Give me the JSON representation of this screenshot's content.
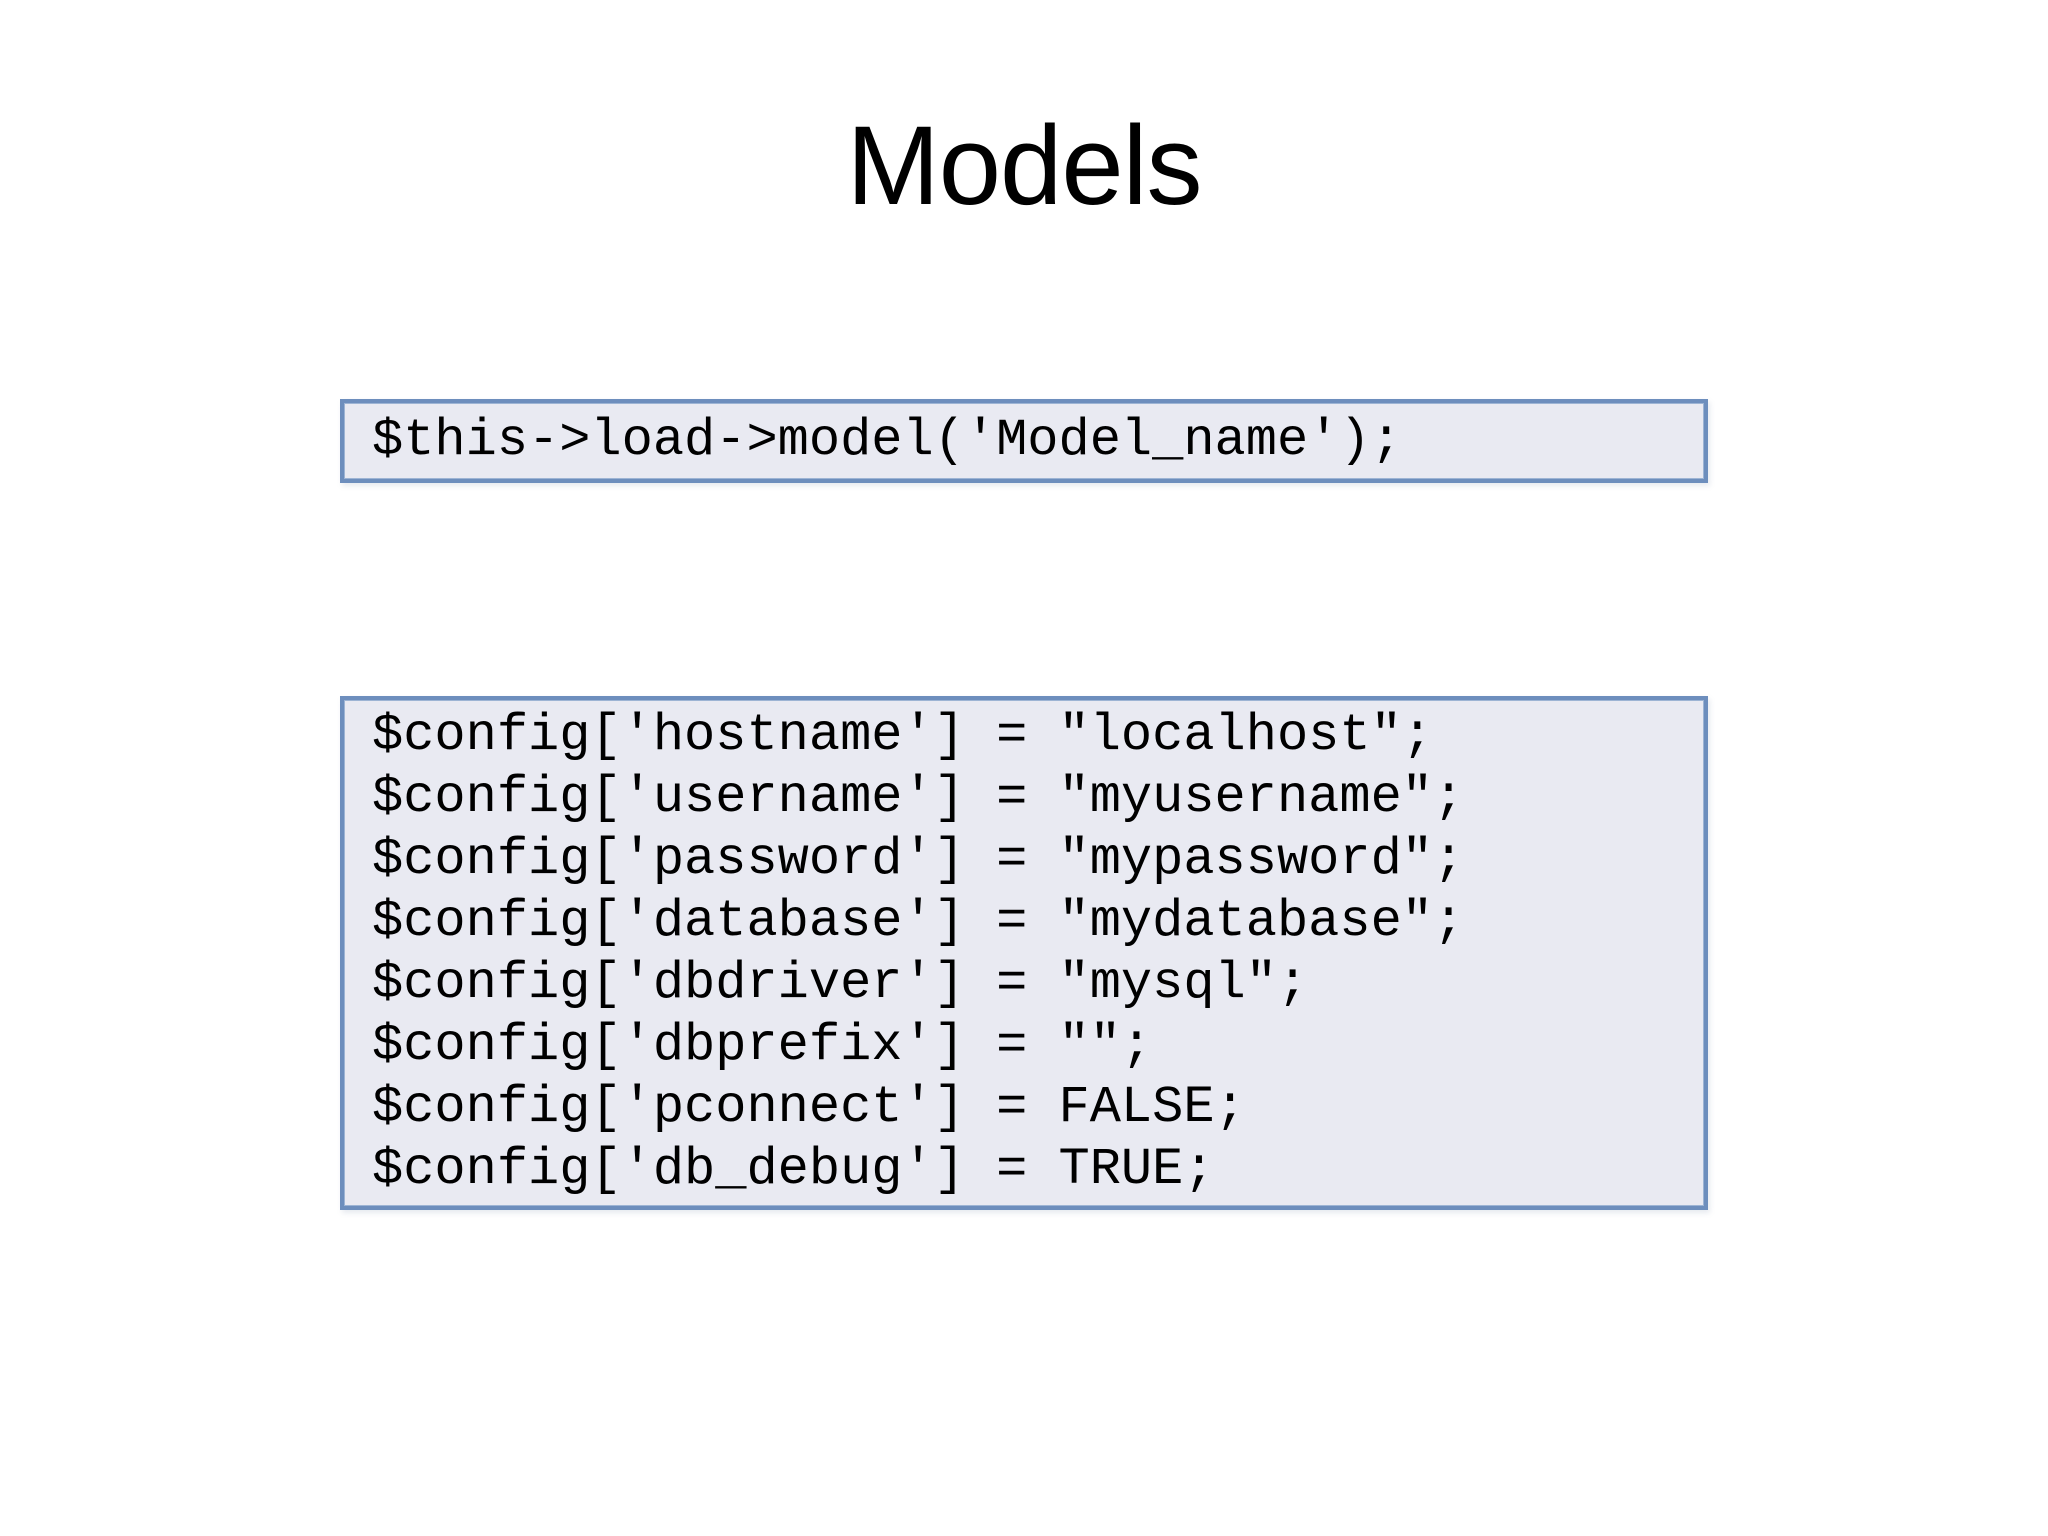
{
  "slide": {
    "title": "Models",
    "code_box_1": {
      "lines": [
        "$this->load->model('Model_name');"
      ]
    },
    "code_box_2": {
      "lines": [
        "$config['hostname'] = \"localhost\";",
        "$config['username'] = \"myusername\";",
        "$config['password'] = \"mypassword\";",
        "$config['database'] = \"mydatabase\";",
        "$config['dbdriver'] = \"mysql\";",
        "$config['dbprefix'] = \"\";",
        "$config['pconnect'] = FALSE;",
        "$config['db_debug'] = TRUE;"
      ]
    },
    "colors": {
      "background": "#ffffff",
      "box_fill": "#e9eaf2",
      "box_border": "#6d8ebd",
      "text": "#000000"
    }
  }
}
